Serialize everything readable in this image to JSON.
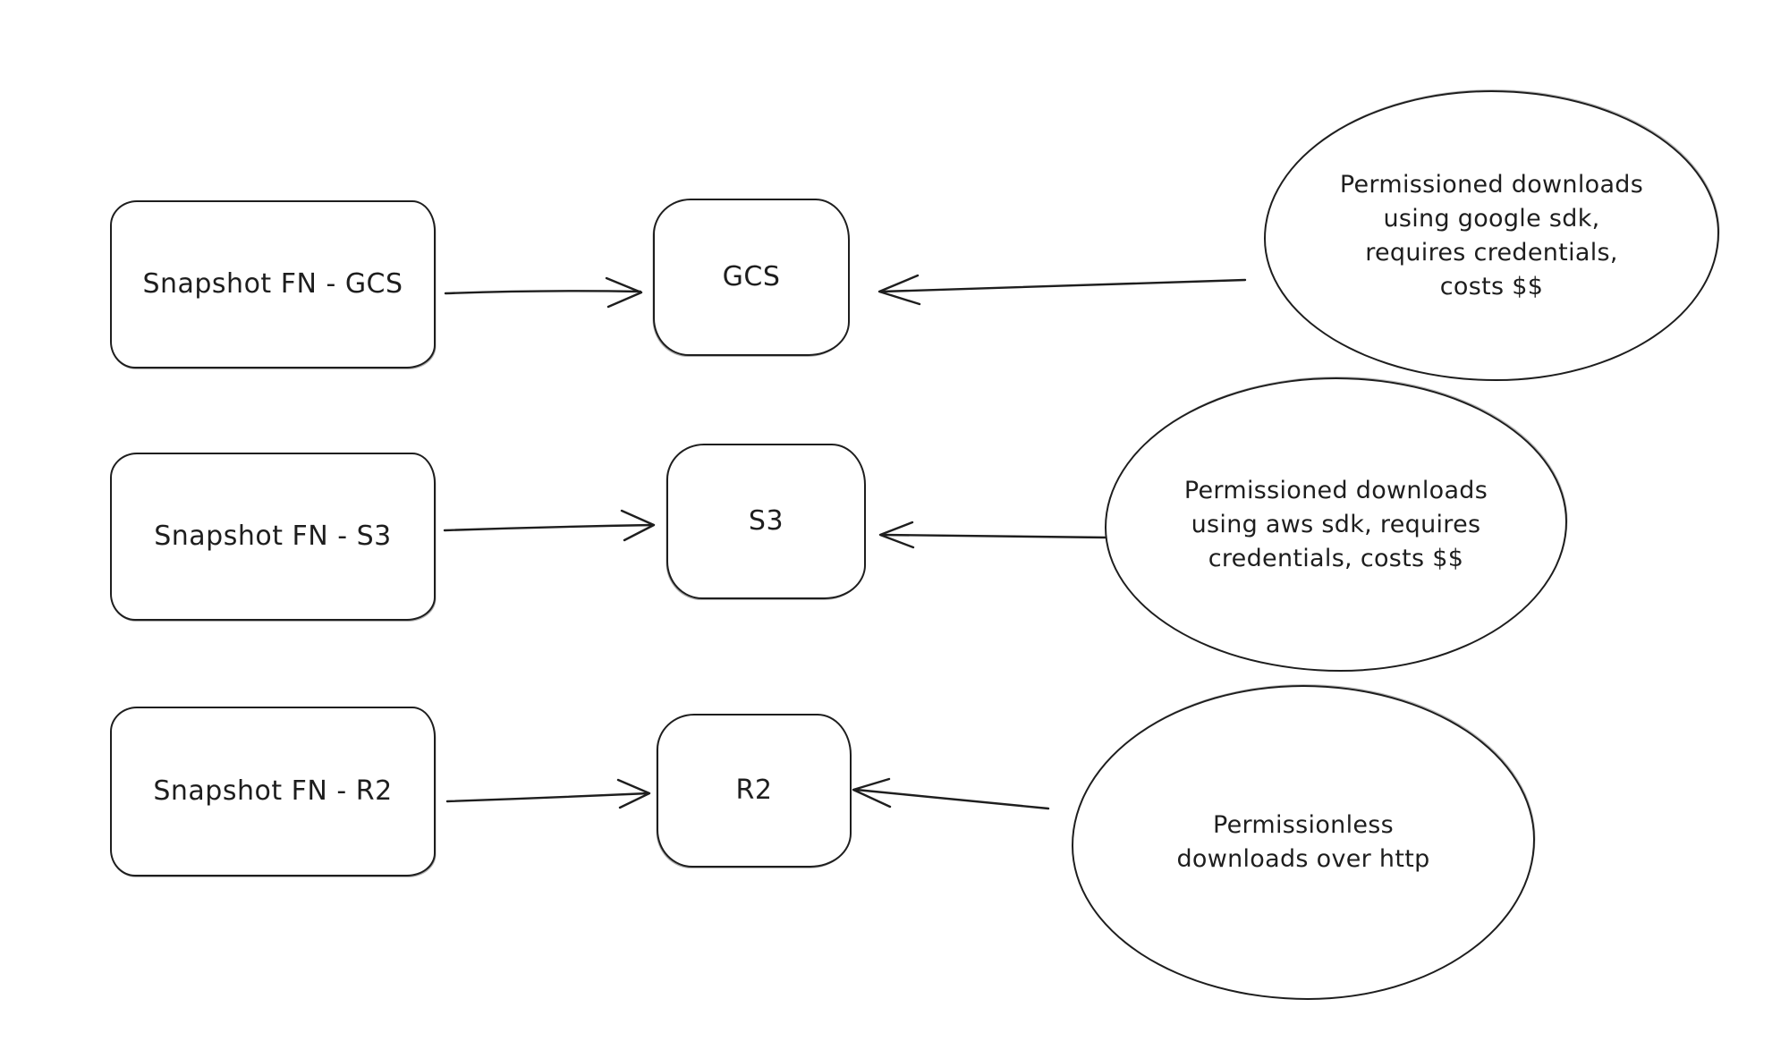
{
  "diagram": {
    "style": {
      "background": "#ffffff",
      "stroke": "#1e1e1e",
      "text_color": "#1e1e1e"
    },
    "rows": [
      {
        "source": {
          "label": "Snapshot FN - GCS"
        },
        "target": {
          "label": "GCS"
        },
        "note": {
          "text": "Permissioned downloads\nusing google sdk,\nrequires credentials,\ncosts $$"
        },
        "edges": [
          {
            "from": "Snapshot FN - GCS",
            "to": "GCS",
            "arrowhead": "points right into GCS"
          },
          {
            "from": "note ellipse",
            "to": "GCS",
            "arrowhead": "points left into GCS"
          }
        ]
      },
      {
        "source": {
          "label": "Snapshot FN - S3"
        },
        "target": {
          "label": "S3"
        },
        "note": {
          "text": "Permissioned downloads\nusing aws sdk, requires\ncredentials, costs $$"
        },
        "edges": [
          {
            "from": "Snapshot FN - S3",
            "to": "S3",
            "arrowhead": "points right into S3"
          },
          {
            "from": "note ellipse",
            "to": "S3",
            "arrowhead": "points left into S3"
          }
        ]
      },
      {
        "source": {
          "label": "Snapshot FN - R2"
        },
        "target": {
          "label": "R2"
        },
        "note": {
          "text": "Permissionless\ndownloads over http"
        },
        "edges": [
          {
            "from": "Snapshot FN - R2",
            "to": "R2",
            "arrowhead": "points right into R2"
          },
          {
            "from": "note ellipse",
            "to": "R2",
            "arrowhead": "points left into R2"
          }
        ]
      }
    ]
  }
}
